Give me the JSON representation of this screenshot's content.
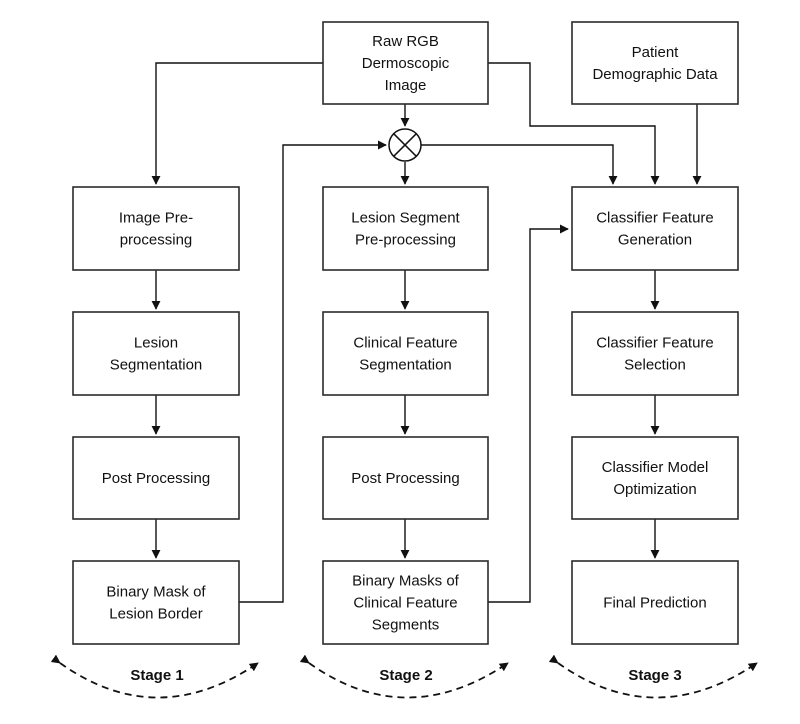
{
  "nodes": {
    "raw_image": [
      "Raw RGB",
      "Dermoscopic",
      "Image"
    ],
    "patient_data": [
      "Patient",
      "Demographic Data"
    ],
    "img_preproc": [
      "Image Pre-",
      "processing"
    ],
    "lesion_seg": [
      "Lesion",
      "Segmentation"
    ],
    "post_proc_1": [
      "Post Processing"
    ],
    "mask_border": [
      "Binary Mask of",
      "Lesion Border"
    ],
    "seg_preproc": [
      "Lesion Segment",
      "Pre-processing"
    ],
    "clin_seg": [
      "Clinical Feature",
      "Segmentation"
    ],
    "post_proc_2": [
      "Post Processing"
    ],
    "masks_clin": [
      "Binary Masks of",
      "Clinical Feature",
      "Segments"
    ],
    "feat_gen": [
      "Classifier Feature",
      "Generation"
    ],
    "feat_sel": [
      "Classifier Feature",
      "Selection"
    ],
    "model_opt": [
      "Classifier Model",
      "Optimization"
    ],
    "final_pred": [
      "Final Prediction"
    ]
  },
  "stages": [
    "Stage 1",
    "Stage 2",
    "Stage 3"
  ]
}
